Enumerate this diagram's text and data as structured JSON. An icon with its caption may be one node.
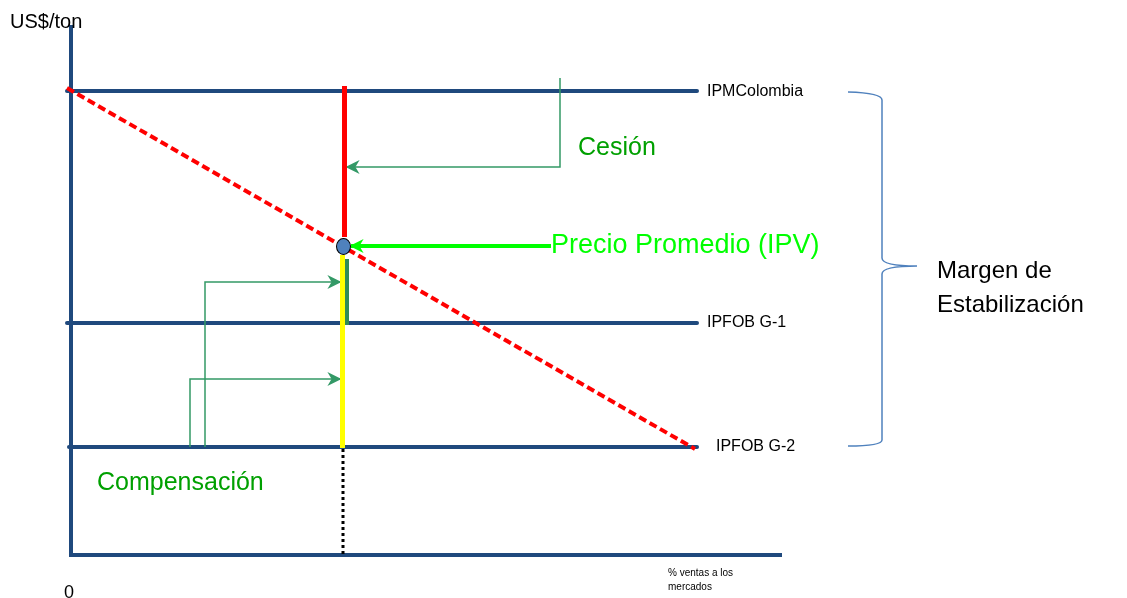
{
  "diagram": {
    "nodes": [
      {
        "text": [],
        "shape": "bar"
      },
      {
        "text": [],
        "shape": "circle"
      },
      {
        "text": [],
        "shape": "bar"
      },
      {
        "text": [
          "Precio Promedio (IPV)"
        ]
      }
    ],
    "edges": [
      {
        "from": null,
        "to": 0,
        "arrow": "to"
      },
      {
        "from": 3,
        "to": 1,
        "arrow": "to",
        "style": "thick",
        "color": "#00ff00"
      },
      {
        "from": null,
        "to": 2,
        "arrow": "to"
      },
      {
        "from": null,
        "to": 2,
        "arrow": "to"
      }
    ],
    "labels": [
      "US$/ton",
      "IPMColombia",
      "Cesión",
      "Margen de Estabilización",
      "IPFOB G-1",
      "IPFOB G-2",
      "Compensación",
      "0",
      "% ventas a los mercados"
    ]
  }
}
